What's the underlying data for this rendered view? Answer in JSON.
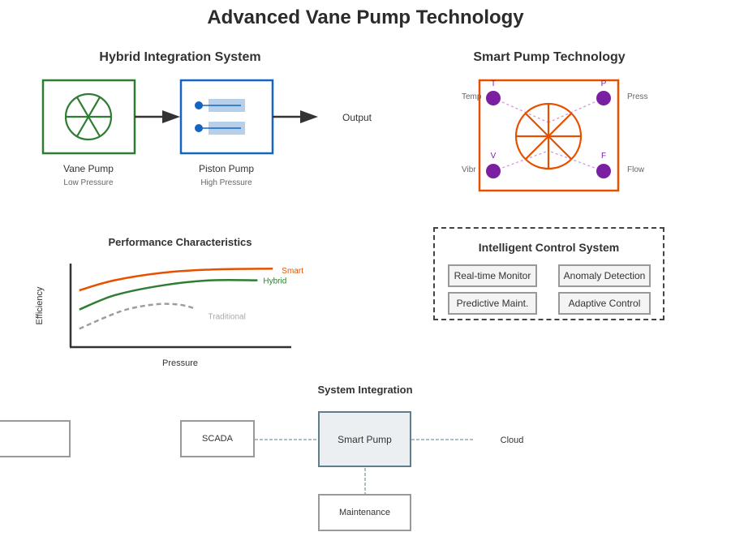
{
  "title": "Advanced Vane Pump Technology",
  "hybrid_section": {
    "title": "Hybrid Integration System",
    "vane_pump": {
      "name": "Vane Pump",
      "subtitle": "Low Pressure",
      "color": "#2e7d32"
    },
    "piston_pump": {
      "name": "Piston Pump",
      "subtitle": "High Pressure",
      "color": "#1565c0",
      "fill": "#b8cfea"
    },
    "output_label": "Output"
  },
  "smart_section": {
    "title": "Smart Pump Technology",
    "frame_color": "#e65100",
    "sensor_color": "#7b1fa2",
    "sensors": [
      {
        "letter": "T",
        "label": "Temp"
      },
      {
        "letter": "P",
        "label": "Press"
      },
      {
        "letter": "V",
        "label": "Vibr"
      },
      {
        "letter": "F",
        "label": "Flow"
      }
    ]
  },
  "performance_section": {
    "title": "Performance Characteristics"
  },
  "chart_data": {
    "type": "line",
    "title": "Performance Characteristics",
    "xlabel": "Pressure",
    "ylabel": "Efficiency",
    "xlim": [
      0,
      1
    ],
    "ylim": [
      0,
      1
    ],
    "grid": false,
    "legend": "inline-labels at line ends",
    "series": [
      {
        "name": "Smart",
        "color": "#e65100",
        "dashed": false,
        "x": [
          0.04,
          0.2,
          0.42,
          0.65,
          0.92
        ],
        "y": [
          0.68,
          0.8,
          0.89,
          0.93,
          0.94
        ]
      },
      {
        "name": "Hybrid",
        "color": "#2e7d32",
        "dashed": false,
        "x": [
          0.04,
          0.2,
          0.42,
          0.64,
          0.85
        ],
        "y": [
          0.45,
          0.62,
          0.74,
          0.8,
          0.8
        ]
      },
      {
        "name": "Traditional",
        "color": "#9e9e9e",
        "dashed": true,
        "x": [
          0.04,
          0.23,
          0.38,
          0.49,
          0.57
        ],
        "y": [
          0.22,
          0.43,
          0.51,
          0.51,
          0.46
        ]
      }
    ]
  },
  "control_section": {
    "title": "Intelligent Control System",
    "buttons": [
      "Real-time Monitor",
      "Anomaly Detection",
      "Predictive Maint.",
      "Adaptive Control"
    ]
  },
  "integration_section": {
    "title": "System Integration",
    "center": "Smart Pump",
    "nodes": {
      "left_unlabeled": "",
      "scada": "SCADA",
      "cloud": "Cloud",
      "maintenance": "Maintenance"
    },
    "center_fill": "#eceff1",
    "center_border": "#607d8b"
  }
}
